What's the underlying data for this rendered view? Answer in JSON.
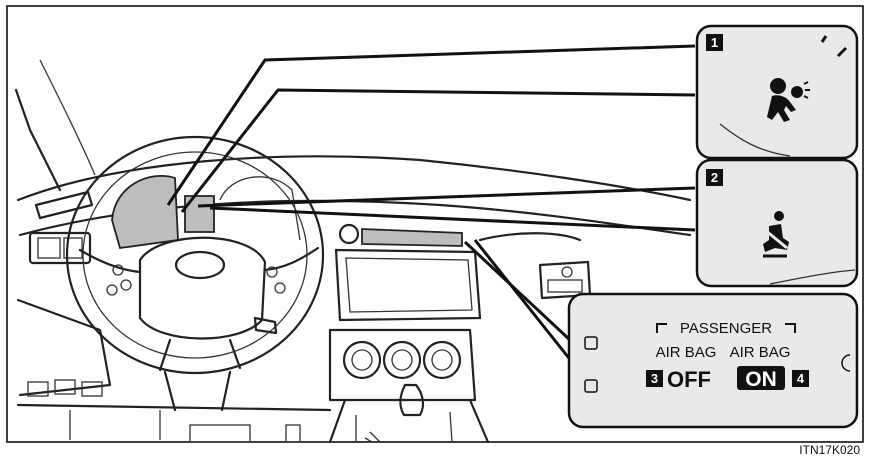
{
  "figure_code": "ITN17K020",
  "callouts": {
    "c1": {
      "number": "1",
      "icon": "airbag-warning-icon"
    },
    "c2": {
      "number": "2",
      "icon": "seatbelt-reminder-icon"
    },
    "c3": {
      "number": "3"
    },
    "c4": {
      "number": "4"
    }
  },
  "passenger_panel": {
    "heading": "PASSENGER",
    "left_label": "AIR BAG",
    "left_state": "OFF",
    "right_label": "AIR BAG",
    "right_state": "ON"
  },
  "colors": {
    "panel_fill": "#e9e9e9",
    "indicator_highlight": "#bdbdbd",
    "line": "#111111"
  }
}
